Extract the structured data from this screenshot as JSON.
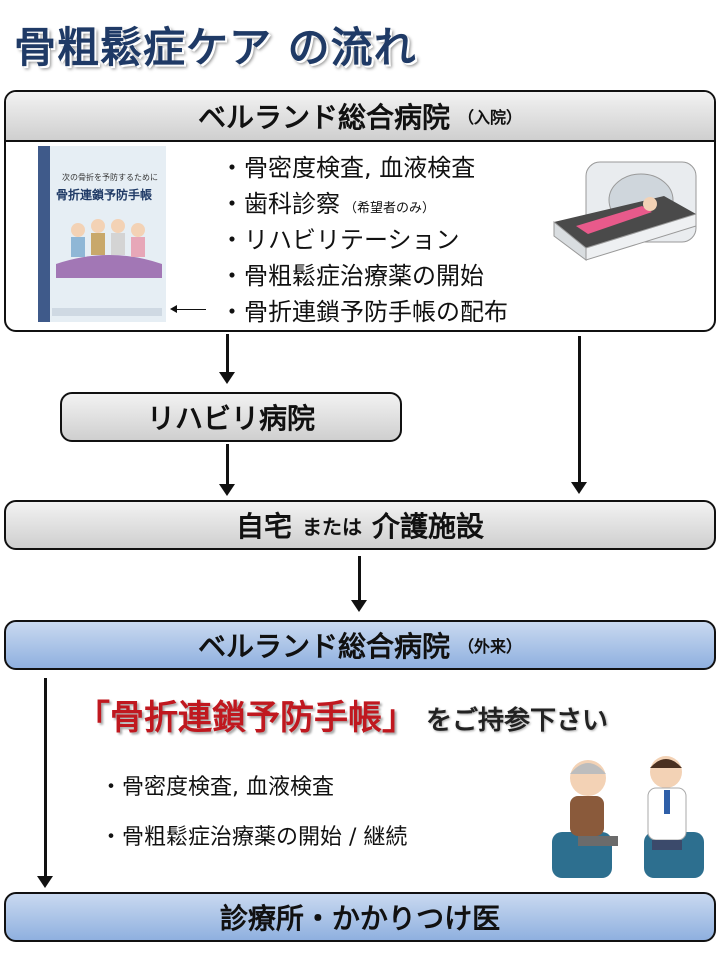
{
  "title": "骨粗鬆症ケア の流れ",
  "hospital_inpatient": {
    "name": "ベルランド総合病院",
    "tag": "（入院）",
    "items": [
      {
        "text": "骨密度検査, 血液検査",
        "note": ""
      },
      {
        "text": "歯科診察",
        "note": "（希望者のみ）"
      },
      {
        "text": "リハビリテーション",
        "note": ""
      },
      {
        "text": "骨粗鬆症治療薬の開始",
        "note": ""
      },
      {
        "text": "骨折連鎖予防手帳の配布",
        "note": ""
      }
    ],
    "booklet": {
      "subtitle": "次の骨折を予防するために",
      "title": "骨折連鎖予防手帳"
    }
  },
  "rehab_hospital": "リハビリ病院",
  "home": {
    "a": "自宅",
    "or": "または",
    "b": "介護施設"
  },
  "hospital_outpatient": {
    "name": "ベルランド総合病院",
    "tag": "（外来）"
  },
  "bring_notice": {
    "highlight": "「骨折連鎖予防手帳」",
    "rest": "をご持参下さい"
  },
  "outpatient_items": [
    "骨密度検査, 血液検査",
    "骨粗鬆症治療薬の開始 / 継続"
  ],
  "clinic": "診療所・かかりつけ医"
}
